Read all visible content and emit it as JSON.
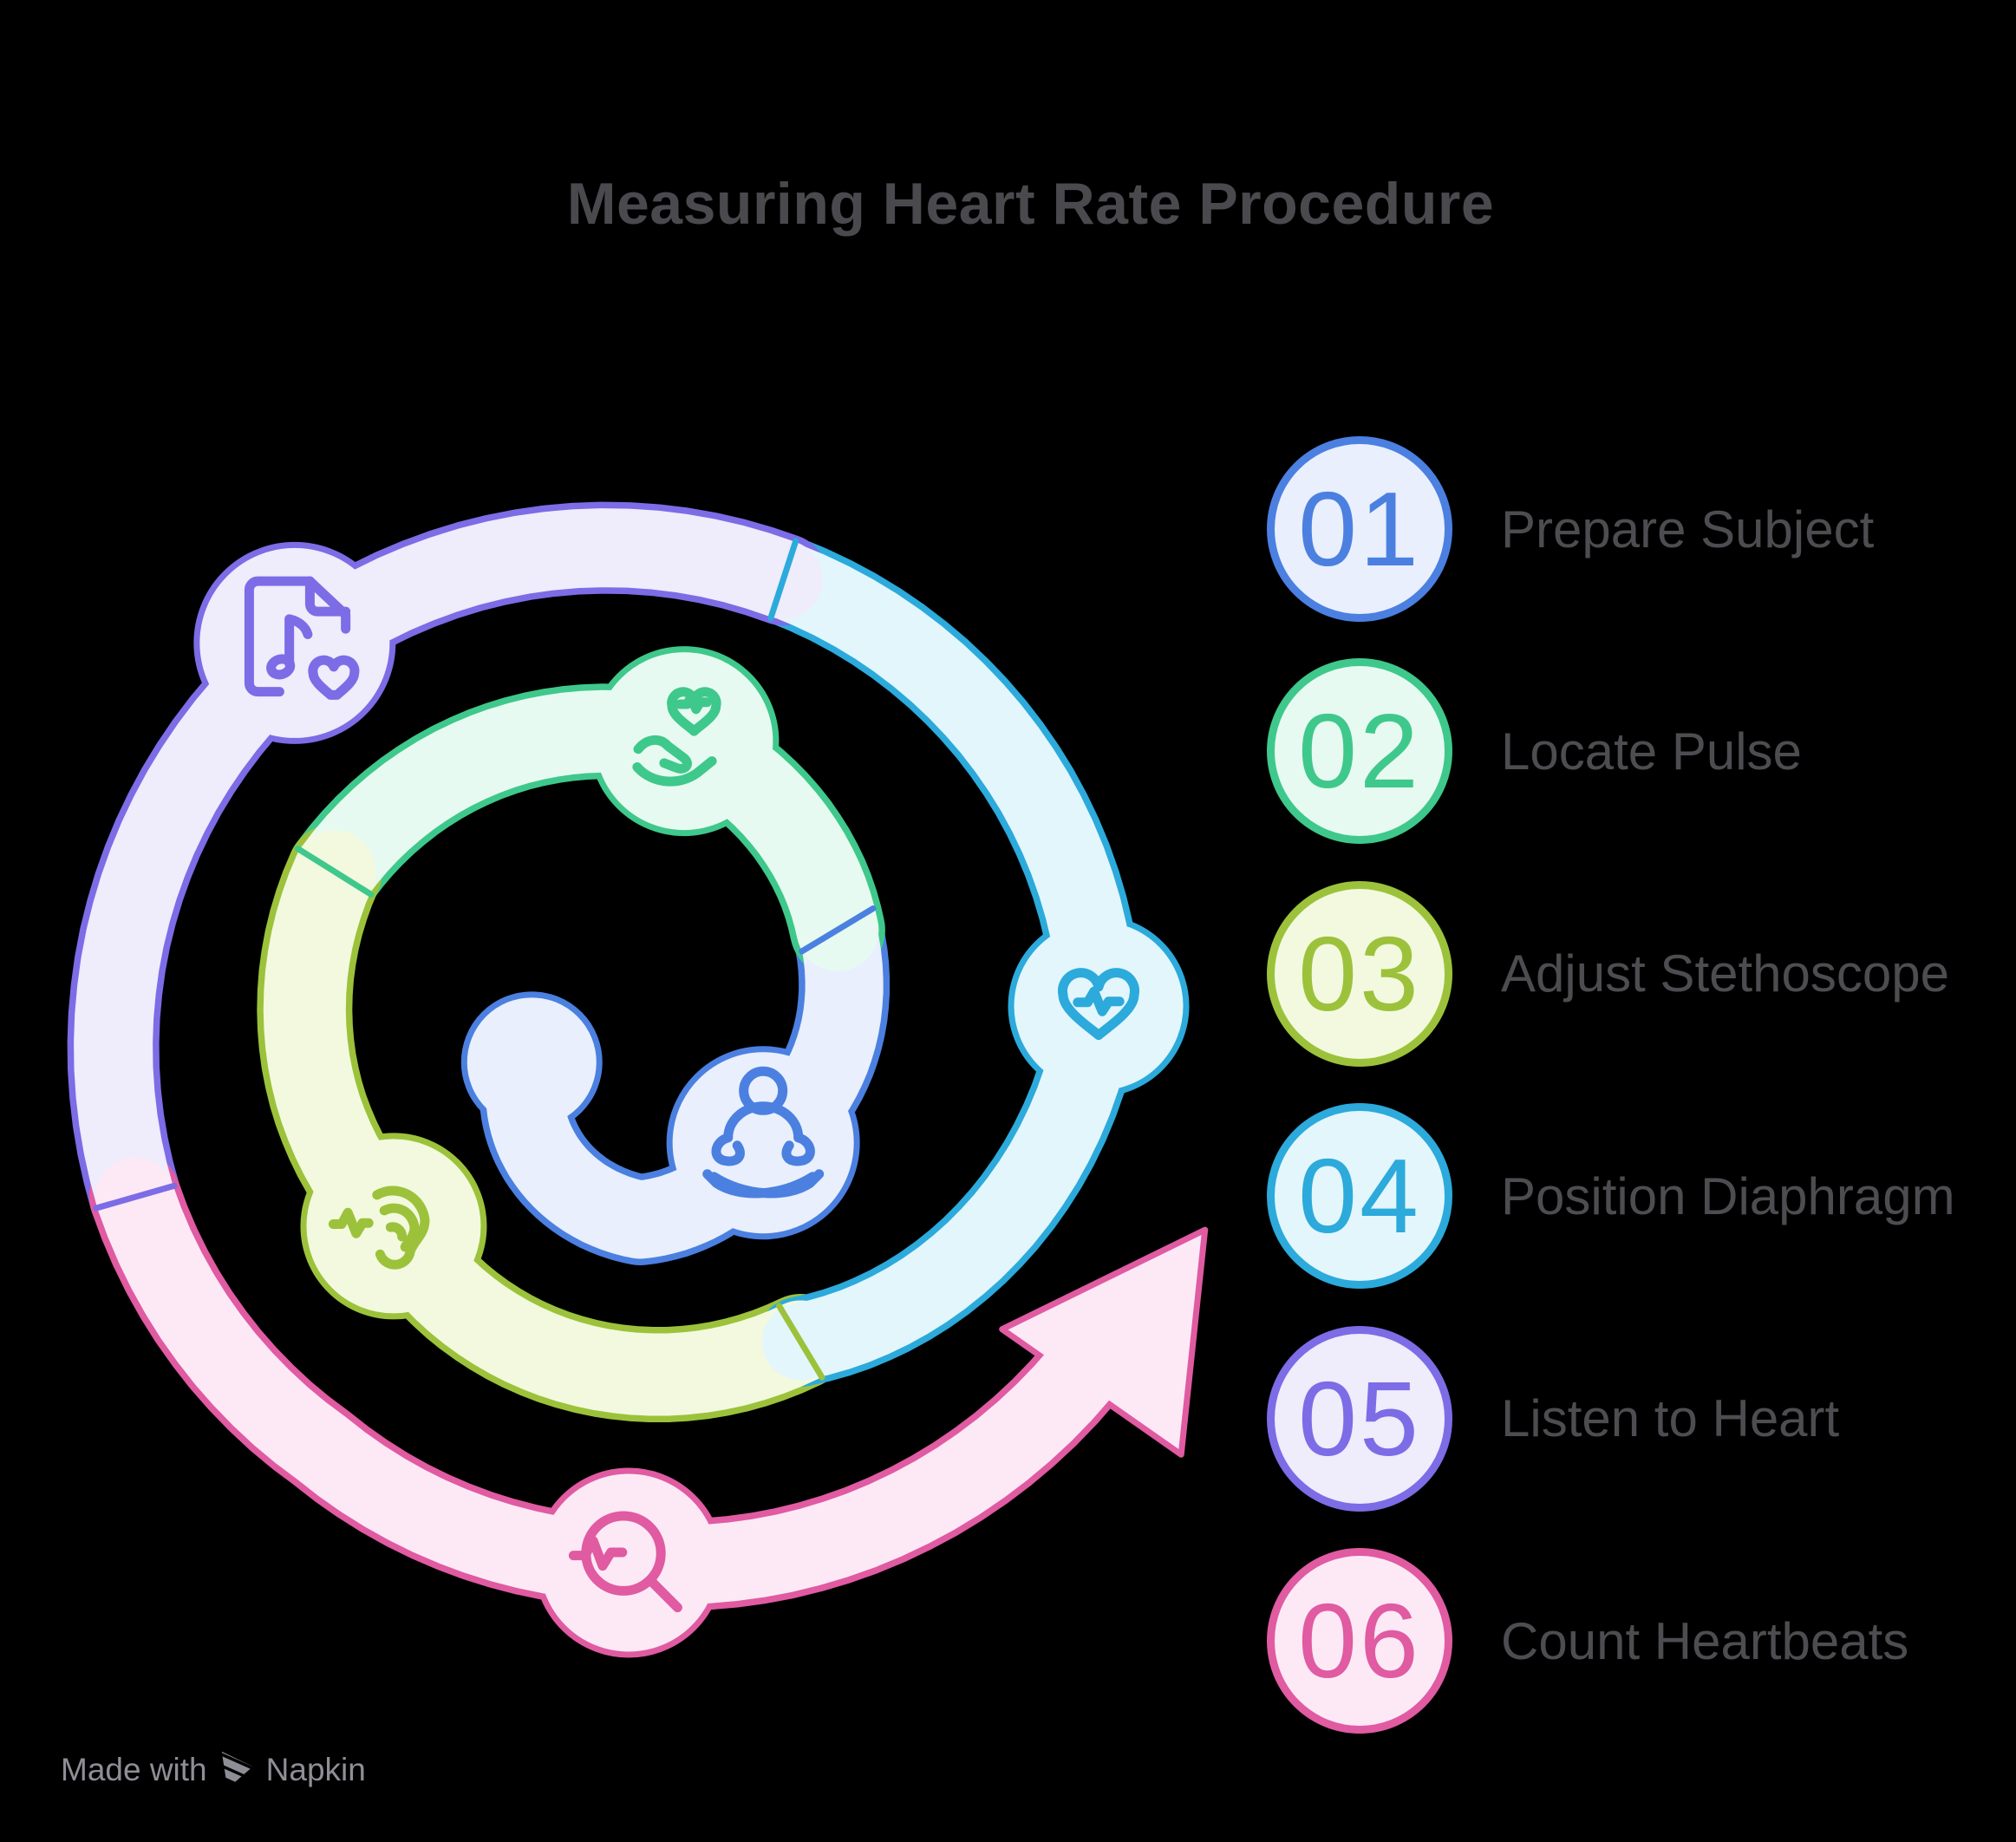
{
  "title": "Measuring Heart Rate Procedure",
  "title_color": "#4a4a4e",
  "background": "#000000",
  "label_color": "#4d4d51",
  "steps": [
    {
      "number": "01",
      "label": "Prepare Subject",
      "color": "#4b80e1",
      "fill": "#e9effc",
      "icon": "meditating-person-icon"
    },
    {
      "number": "02",
      "label": "Locate Pulse",
      "color": "#3fc88b",
      "fill": "#e7faf1",
      "icon": "hand-holding-heart-icon"
    },
    {
      "number": "03",
      "label": "Adjust Stethoscope",
      "color": "#9cc23b",
      "fill": "#f3f9de",
      "icon": "ear-listening-icon"
    },
    {
      "number": "04",
      "label": "Position Diaphragm",
      "color": "#2caadb",
      "fill": "#e3f6fc",
      "icon": "heart-pulse-icon"
    },
    {
      "number": "05",
      "label": "Listen to Heart",
      "color": "#7c6ce6",
      "fill": "#efecfb",
      "icon": "music-file-heart-icon"
    },
    {
      "number": "06",
      "label": "Count Heartbeats",
      "color": "#e05ba1",
      "fill": "#fce9f5",
      "icon": "magnifier-pulse-icon"
    }
  ],
  "watermark": {
    "prefix": "Made with",
    "brand": "Napkin",
    "color": "#8e8e96"
  }
}
